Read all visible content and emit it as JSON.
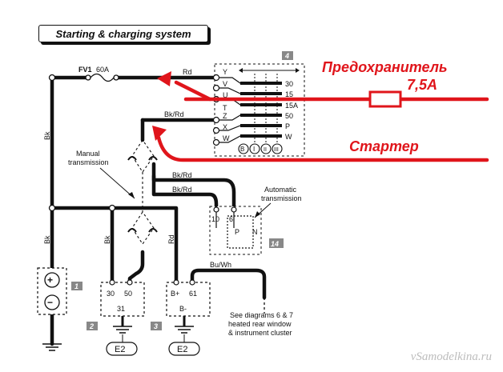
{
  "title": "Starting & charging system",
  "red_labels": {
    "fuse": "Предохранитель",
    "fuse_value": "7,5А",
    "starter": "Стартер"
  },
  "watermark": "vSamodelkina.ru",
  "fuse_main": {
    "name": "FV1",
    "rating": "60A"
  },
  "wire_labels": {
    "rd_top": "Rd",
    "bk_rd_1": "Bk/Rd",
    "bk_rd_2": "Bk/Rd",
    "bk_rd_3": "Bk/Rd",
    "bk_left": "Bk",
    "bk_left_lower": "Bk",
    "bk_mid": "Bk",
    "rd_mid": "Rd",
    "bu_wh": "Bu/Wh"
  },
  "notes": {
    "manual_1": "Manual",
    "manual_2": "transmission",
    "auto_1": "Automatic",
    "auto_2": "transmission",
    "see_1": "See diagrams 6 & 7",
    "see_2": "heated rear window",
    "see_3": "& instrument cluster"
  },
  "ignition_switch": {
    "number": "4",
    "terminals_left": [
      "Y",
      "V",
      "U",
      "T",
      "Z",
      "X",
      "W"
    ],
    "terminals_right": [
      "30",
      "15",
      "15A",
      "50",
      "P",
      "W"
    ],
    "positions": [
      "B",
      "I",
      "II",
      "III"
    ]
  },
  "inhibitor": {
    "number": "14",
    "terminals": [
      "10",
      "6"
    ],
    "positions": [
      "P",
      "N"
    ]
  },
  "battery": {
    "number": "1",
    "plus": "+",
    "minus": "−"
  },
  "starter": {
    "number": "2",
    "terminals": [
      "30",
      "50",
      "31"
    ],
    "ground": "E2"
  },
  "alternator": {
    "number": "3",
    "terminals": [
      "B+",
      "61",
      "B-"
    ],
    "ground": "E2"
  },
  "colors": {
    "red": "#e0151b",
    "ink": "#111111"
  }
}
